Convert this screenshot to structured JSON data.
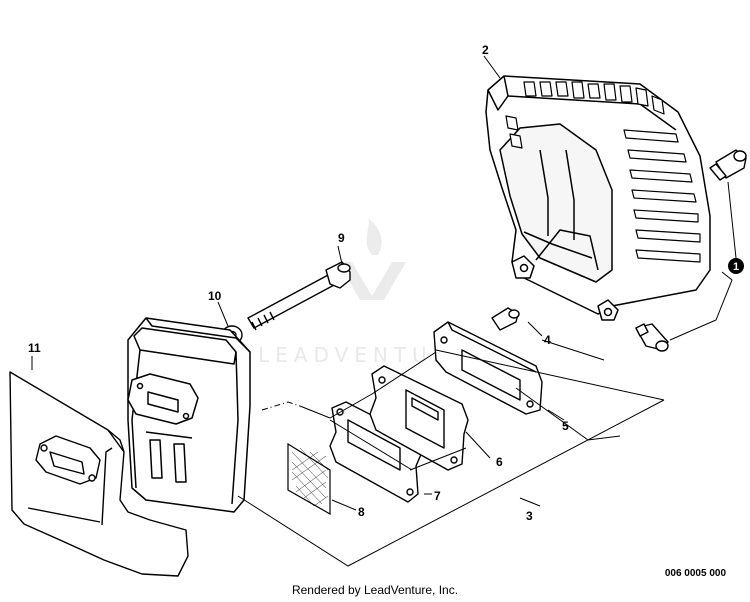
{
  "callouts": {
    "c1": "1",
    "c2": "2",
    "c3": "3",
    "c4": "4",
    "c5": "5",
    "c6": "6",
    "c7": "7",
    "c8": "8",
    "c9": "9",
    "c10": "10",
    "c11": "11"
  },
  "watermark": "LEADVENTURE",
  "footer": {
    "credit": "Rendered by LeadVenture, Inc.",
    "part_code": "006 0005 000"
  }
}
